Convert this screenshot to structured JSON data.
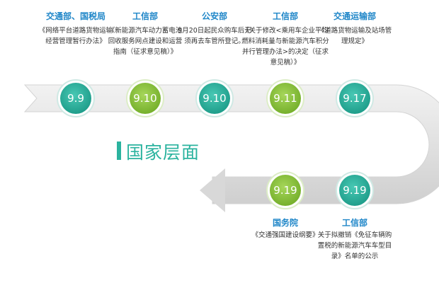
{
  "heading": "国家层面",
  "colors": {
    "track": "#dcdcdc",
    "teal": "#2bb39f",
    "green": "#8cc63f",
    "agency_text": "#1f86c8",
    "heading": "#2bb39f"
  },
  "events": [
    {
      "agency": "交通部、国税局",
      "desc": "《网络平台道路货物运输经营管理暂行办法》",
      "date": "9.9",
      "style": "teal"
    },
    {
      "agency": "工信部",
      "desc": "《新能源汽车动力蓄电池回收服务网点建设和运营指南（征求意见稿）》",
      "date": "9.10",
      "style": "green"
    },
    {
      "agency": "公安部",
      "desc": "9月20日起民众购车后无须再去车管所登记。",
      "date": "9.10",
      "style": "teal"
    },
    {
      "agency": "工信部",
      "desc": "《关于修改<乘用车企业平均燃料消耗量与新能源汽车积分并行管理办法>的决定（征求意见稿）》",
      "date": "9.11",
      "style": "green"
    },
    {
      "agency": "交通运输部",
      "desc": "《道路货物运输及站场管理规定》",
      "date": "9.17",
      "style": "teal"
    },
    {
      "agency": "工信部",
      "desc": "关于拟撤销《免征车辆购置税的新能源汽车车型目录》名单的公示",
      "date": "9.19",
      "style": "teal"
    },
    {
      "agency": "国务院",
      "desc": "《交通强国建设纲要》",
      "date": "9.19",
      "style": "green"
    }
  ]
}
